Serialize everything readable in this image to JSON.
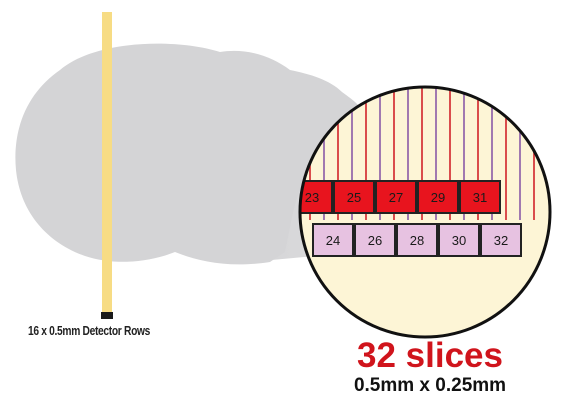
{
  "detector_label": "16 x 0.5mm Detector Rows",
  "slices": {
    "title": "32 slices",
    "subtitle": "0.5mm x 0.25mm"
  },
  "top_row_numbers": [
    "23",
    "25",
    "27",
    "29",
    "31"
  ],
  "bottom_row_numbers": [
    "24",
    "26",
    "28",
    "30",
    "32"
  ],
  "colors": {
    "head_silhouette": "#d4d4d6",
    "detector_beam": "#f7dc84",
    "detector_block": "#1a1a1a",
    "odd_cells": "#e8141e",
    "even_cells": "#e7c2e1",
    "cell_border": "#222222",
    "lens_background": "#fdf5d6",
    "red_lines": "#d2232a",
    "purple_lines": "#8a5aa6",
    "title_red": "#d0141c"
  }
}
